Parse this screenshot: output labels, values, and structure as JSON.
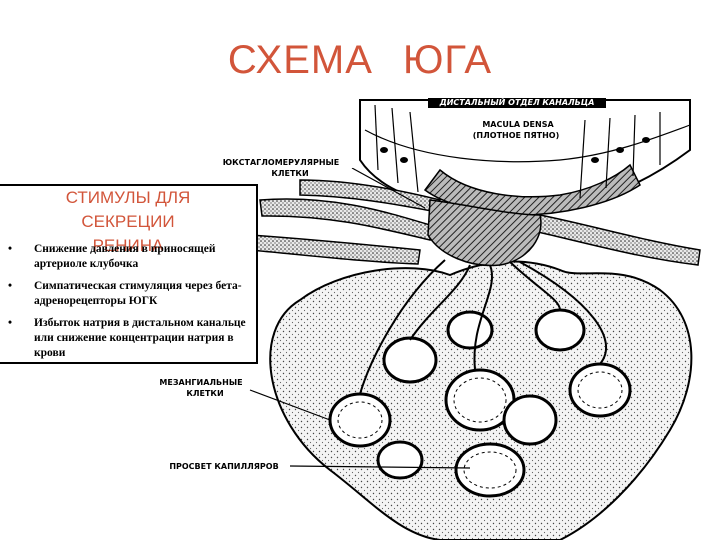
{
  "slide": {
    "title": "СХЕМА   ЮГА"
  },
  "labels": {
    "distal_tubule": "ДИСТАЛЬНЫЙ ОТДЕЛ КАНАЛЬЦА",
    "macula_densa": "MACULA DENSA",
    "macula_densa_ru": "(ПЛОТНОЕ ПЯТНО)",
    "juxtaglomerular_line1": "ЮКСТАГЛОМЕРУЛЯРНЫЕ",
    "juxtaglomerular_line2": "КЛЕТКИ",
    "mesangial_line1": "МЕЗАНГИАЛЬНЫЕ",
    "mesangial_line2": "КЛЕТКИ",
    "capillary_lumen": "ПРОСВЕТ КАПИЛЛЯРОВ"
  },
  "stimuli": {
    "title": "СТИМУЛЫ   ДЛЯ\nСЕКРЕЦИИ\nРЕНИНА",
    "bullet_symbol": "•",
    "items": [
      "Снижение давления в приносящей артериоле клубочка",
      "Симпатическая стимуляция через бета-адренорецепторы ЮГК",
      "Избыток натрия в дистальном канальце или снижение концентрации натрия в крови"
    ]
  }
}
